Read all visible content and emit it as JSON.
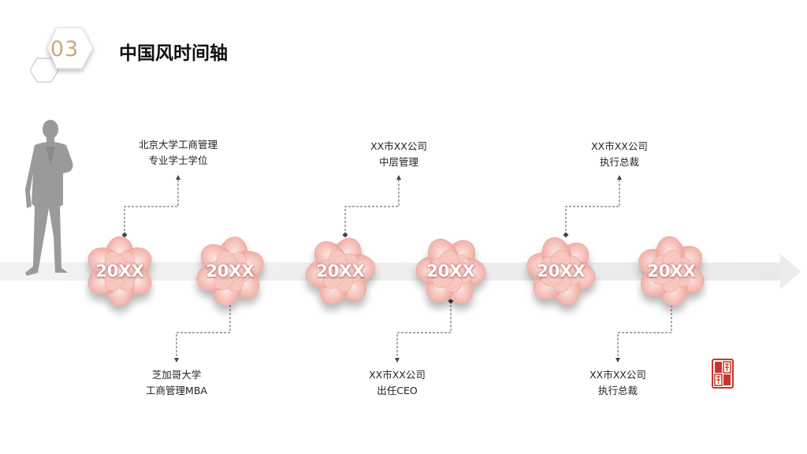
{
  "header": {
    "section_number": "03",
    "title": "中国风时间轴"
  },
  "timeline": {
    "nodes": [
      {
        "year": "20XX",
        "position": "top",
        "line1": "北京大学工商管理",
        "line2": "专业学士学位"
      },
      {
        "year": "20XX",
        "position": "bottom",
        "line1": "芝加哥大学",
        "line2": "工商管理MBA"
      },
      {
        "year": "20XX",
        "position": "top",
        "line1": "XX市XX公司",
        "line2": "中层管理"
      },
      {
        "year": "20XX",
        "position": "bottom",
        "line1": "XX市XX公司",
        "line2": "出任CEO"
      },
      {
        "year": "20XX",
        "position": "top",
        "line1": "XX市XX公司",
        "line2": "执行总裁"
      },
      {
        "year": "20XX",
        "position": "bottom",
        "line1": "XX市XX公司",
        "line2": "执行总裁"
      }
    ]
  },
  "colors": {
    "accent_gold": "#c9a77a",
    "flower_pink": "#f2b8b0",
    "seal_red": "#c8362b",
    "axis_gray": "#ececec"
  },
  "icons": {
    "silhouette": "businessman-silhouette-icon",
    "seal": "red-seal-stamp-icon"
  }
}
